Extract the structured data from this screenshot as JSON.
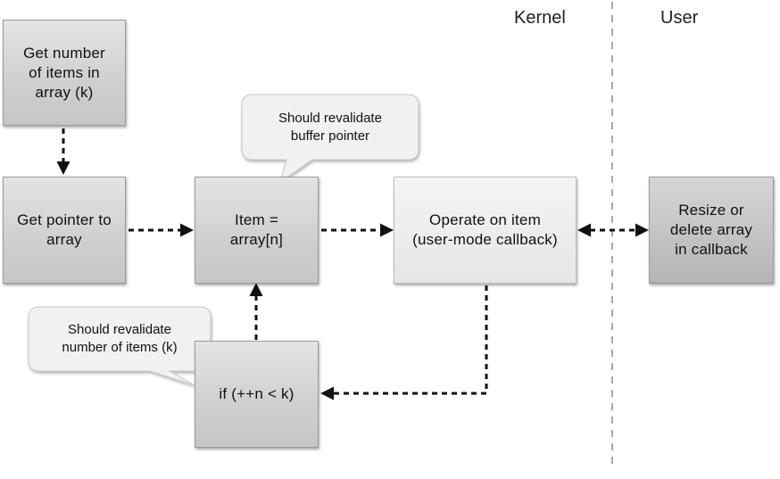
{
  "regions": {
    "kernel": "Kernel",
    "user": "User"
  },
  "nodes": {
    "get_count": "Get number\nof items in\narray (k)",
    "get_pointer": "Get pointer to\narray",
    "item": "Item =\narray[n]",
    "operate": "Operate on item\n(user-mode callback)",
    "resize": "Resize or\ndelete array\nin callback",
    "loop": "if (++n < k)"
  },
  "callouts": {
    "buffer": "Should revalidate\nbuffer pointer",
    "count": "Should revalidate\nnumber of items (k)"
  },
  "colors": {
    "line": "#111111",
    "divider": "#a8a8a8",
    "callout_fill": "#f1f1f1"
  }
}
